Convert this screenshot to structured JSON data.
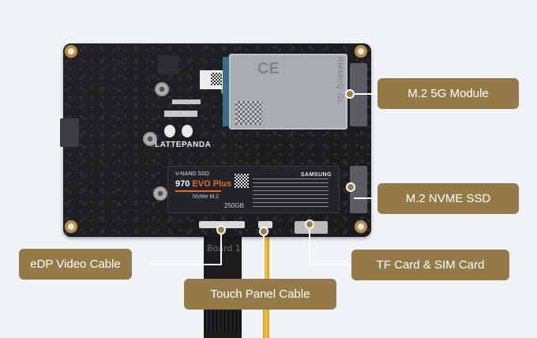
{
  "product": {
    "logo_text": "LATTEPANDA",
    "ssd": {
      "series_line": "V-NAND SSD",
      "model_prefix": "970 ",
      "model_highlight": "EVO Plus",
      "interface": "NVMe M.2",
      "capacity": "250GB",
      "brand": "SAMSUNG"
    },
    "module_5g": {
      "mark": "CE",
      "model": "RM500Q-GL"
    },
    "cable_label": "Board 1"
  },
  "callouts": [
    {
      "id": "m2-5g-module",
      "label": "M.2 5G Module"
    },
    {
      "id": "m2-nvme-ssd",
      "label": "M.2 NVME SSD"
    },
    {
      "id": "edp-video-cable",
      "label": "eDP Video Cable"
    },
    {
      "id": "touch-panel-cable",
      "label": "Touch Panel Cable"
    },
    {
      "id": "tf-sim-card",
      "label": "TF Card & SIM Card"
    }
  ],
  "colors": {
    "background": "#eff3f8",
    "callout": "#937a48",
    "board": "#1f1f22",
    "accent_orange": "#ea6a25"
  }
}
